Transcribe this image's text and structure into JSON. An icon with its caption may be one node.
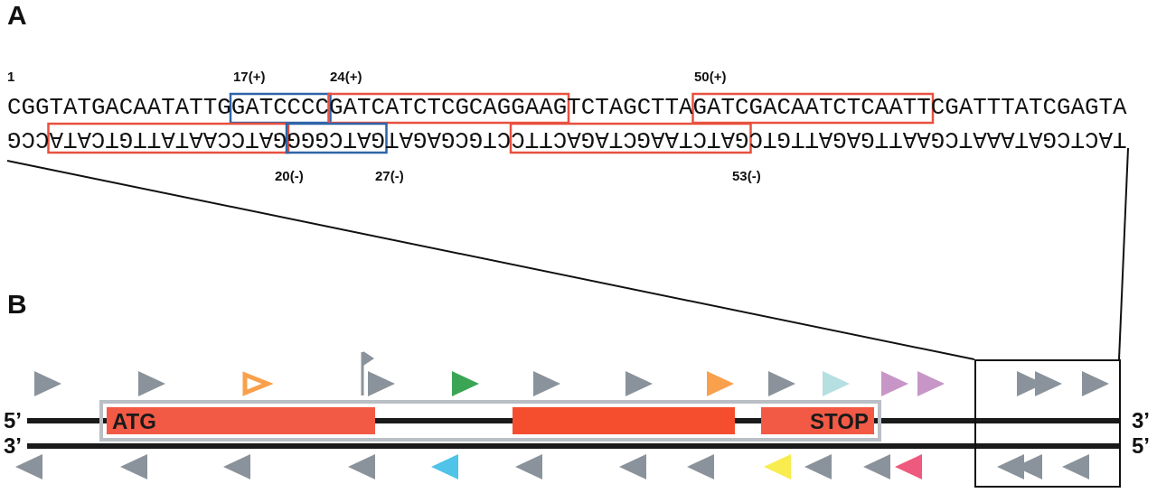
{
  "diagram": {
    "nodes": [
      {
        "text": [],
        "shape": "box"
      },
      {
        "text": [
          "ATG"
        ],
        "in": 0
      },
      {
        "text": [],
        "shape": "bar",
        "in": 0
      },
      {
        "text": [
          "STOP"
        ],
        "in": 0
      },
      {
        "text": [],
        "shape": "box"
      }
    ],
    "edges": [],
    "labels": [
      "A",
      "1",
      "17(+)",
      "24(+)",
      "50(+)",
      "CGGTATGACAATATTGGATCCCCGATCATCTCGCAGGAAGTCTAGCTTAGATCGACAATCTCAATTCGATTTATCGAGTA",
      "TACTCGATAAATCGAATTGAGATTGTCGATCTAAGCTAGACTTCCTGCGAGATGATCGGGGATCCAATATTGTCATACCG",
      "20(-)",
      "27(-)",
      "53(-)",
      "B",
      "5’",
      "3’",
      "3’",
      "5’"
    ]
  }
}
